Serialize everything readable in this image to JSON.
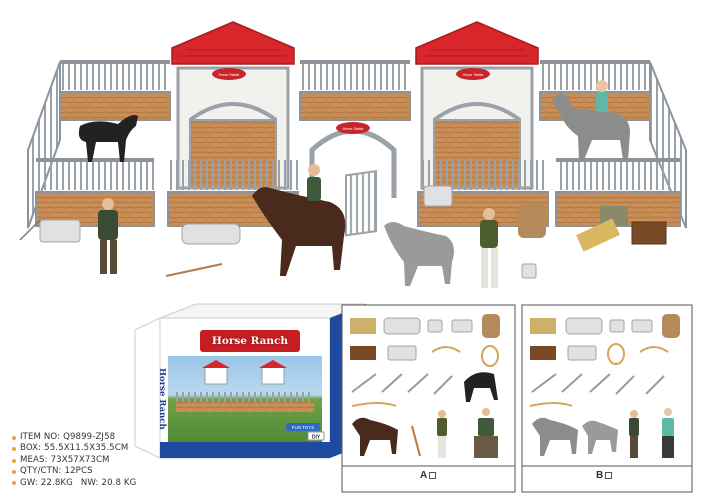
{
  "product": {
    "box_title": "Horse Ranch",
    "box_side_title": "Horse Ranch",
    "box_brand": "FUN TOYS",
    "box_badge": "DIY"
  },
  "stable_signs": [
    "Horse Stable",
    "Horse Stable",
    "Horse Stable"
  ],
  "specs": [
    {
      "label": "ITEM NO:",
      "value": "Q9899-ZJ58"
    },
    {
      "label": "BOX:",
      "value": "55.5X11.5X35.5CM"
    },
    {
      "label": "MEAS:",
      "value": "73X57X73CM"
    },
    {
      "label": "QTY/CTN:",
      "value": "12PCS"
    },
    {
      "label": "GW:",
      "value": "22.8KG",
      "label2": "NW:",
      "value2": "20.8 KG"
    }
  ],
  "variants": [
    {
      "label": "A"
    },
    {
      "label": "B"
    }
  ],
  "colors": {
    "fence": "#9aa1a8",
    "roof": "#d9262b",
    "wood": "#c98d56",
    "panel_border": "#555555",
    "spec_bullet": "#e8a23a"
  }
}
